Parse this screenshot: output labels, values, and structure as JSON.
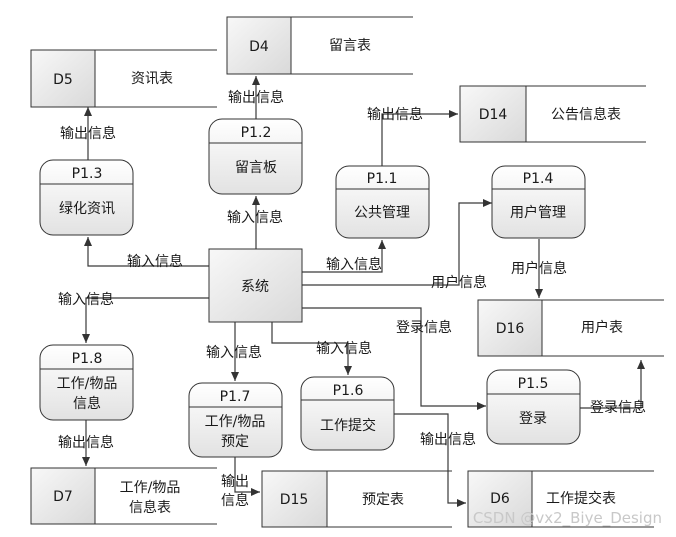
{
  "system": {
    "label": "系统"
  },
  "processes": {
    "p11": {
      "id": "P1.1",
      "name": "公共管理"
    },
    "p12": {
      "id": "P1.2",
      "name": "留言板"
    },
    "p13": {
      "id": "P1.3",
      "name": "绿化资讯"
    },
    "p14": {
      "id": "P1.4",
      "name": "用户管理"
    },
    "p15": {
      "id": "P1.5",
      "name": "登录"
    },
    "p16": {
      "id": "P1.6",
      "name": "工作提交"
    },
    "p17": {
      "id": "P1.7",
      "name_line1": "工作/物品",
      "name_line2": "预定"
    },
    "p18": {
      "id": "P1.8",
      "name_line1": "工作/物品",
      "name_line2": "信息"
    }
  },
  "stores": {
    "d4": {
      "id": "D4",
      "name": "留言表"
    },
    "d5": {
      "id": "D5",
      "name": "资讯表"
    },
    "d6": {
      "id": "D6",
      "name": "工作提交表"
    },
    "d7": {
      "id": "D7",
      "name_line1": "工作/物品",
      "name_line2": "信息表"
    },
    "d14": {
      "id": "D14",
      "name": "公告信息表"
    },
    "d15": {
      "id": "D15",
      "name": "预定表"
    },
    "d16": {
      "id": "D16",
      "name": "用户表"
    }
  },
  "flows": {
    "input": "输入信息",
    "output": "输出信息",
    "output_l1": "输出",
    "output_l2": "信息",
    "user_info": "用户信息",
    "login_info": "登录信息"
  },
  "watermark": "CSDN @vx2_Biye_Design"
}
